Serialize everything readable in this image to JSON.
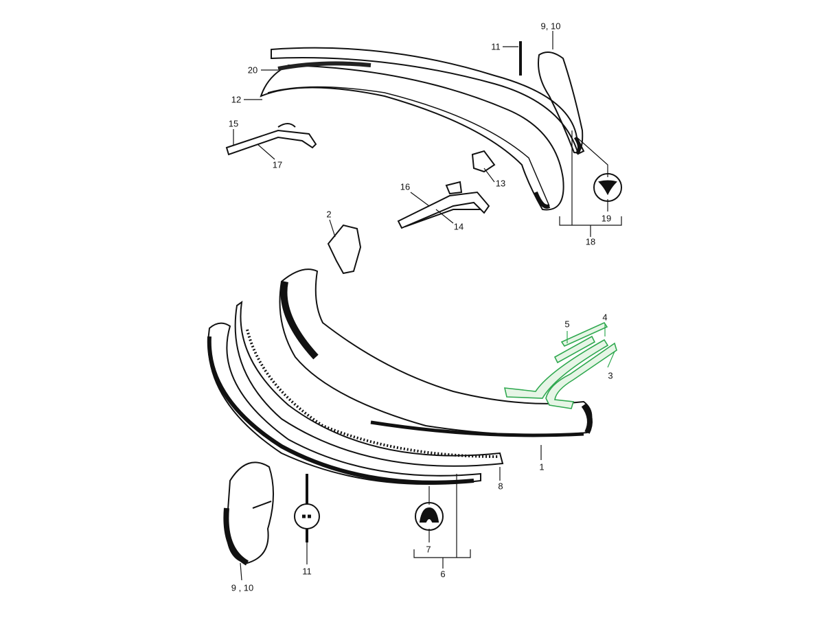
{
  "title": "Bumper assembly exploded parts diagram",
  "highlight_color": "#2fa84f",
  "labels": {
    "top_guard": "9, 10",
    "top_11": "11",
    "p20": "20",
    "p12": "12",
    "p15": "15",
    "p17": "17",
    "p13": "13",
    "p16": "16",
    "p14": "14",
    "p19": "19",
    "p18": "18",
    "p2": "2",
    "p5": "5",
    "p4": "4",
    "p3": "3",
    "p1": "1",
    "p8": "8",
    "p7": "7",
    "p6": "6",
    "bottom_11": "11",
    "bottom_guard": "9 , 10"
  }
}
